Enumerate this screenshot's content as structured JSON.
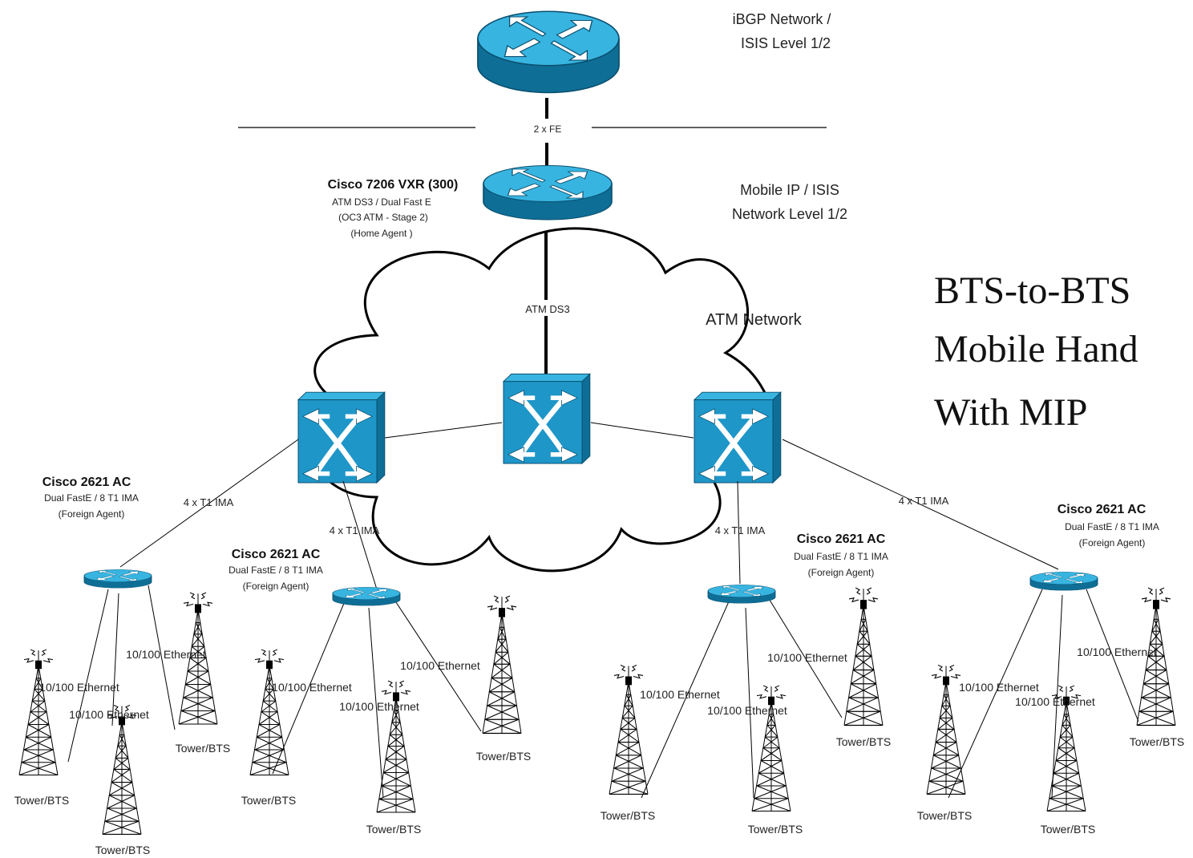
{
  "core": {
    "label_line1": "iBGP Network /",
    "label_line2": "ISIS Level 1/2"
  },
  "uplink": {
    "label": "2 x FE"
  },
  "home_agent": {
    "name": "Cisco 7206 VXR (300)",
    "line1": "ATM DS3 / Dual Fast E",
    "line2": "(OC3 ATM - Stage 2)",
    "line3": "(Home Agent )",
    "network_line1": "Mobile IP / ISIS",
    "network_line2": "Network Level 1/2"
  },
  "atm": {
    "cloud_label": "ATM Network",
    "ds3_label": "ATM DS3"
  },
  "title": {
    "line1": "BTS-to-BTS",
    "line2": "Mobile Hand",
    "line3": "With MIP"
  },
  "ima_links": {
    "left_outer": "4 x T1 IMA",
    "left_inner": "4 x T1 IMA",
    "right_inner": "4 x T1 IMA",
    "right_outer": "4 x T1 IMA"
  },
  "foreign_agents": [
    {
      "name": "Cisco 2621 AC",
      "line1": "Dual FastE / 8 T1 IMA",
      "line2": "(Foreign Agent)"
    },
    {
      "name": "Cisco 2621 AC",
      "line1": "Dual FastE / 8 T1 IMA",
      "line2": "(Foreign Agent)"
    },
    {
      "name": "Cisco 2621 AC",
      "line1": "Dual FastE / 8 T1 IMA",
      "line2": "(Foreign Agent)"
    },
    {
      "name": "Cisco 2621 AC",
      "line1": "Dual FastE / 8 T1 IMA",
      "line2": "(Foreign Agent)"
    }
  ],
  "ethernet_label": "10/100 Ethernet",
  "tower_label": "Tower/BTS",
  "colors": {
    "device_fill": "#1e96c8",
    "device_dark": "#0e6e96",
    "device_top": "#38b4e0",
    "line": "#000000"
  }
}
